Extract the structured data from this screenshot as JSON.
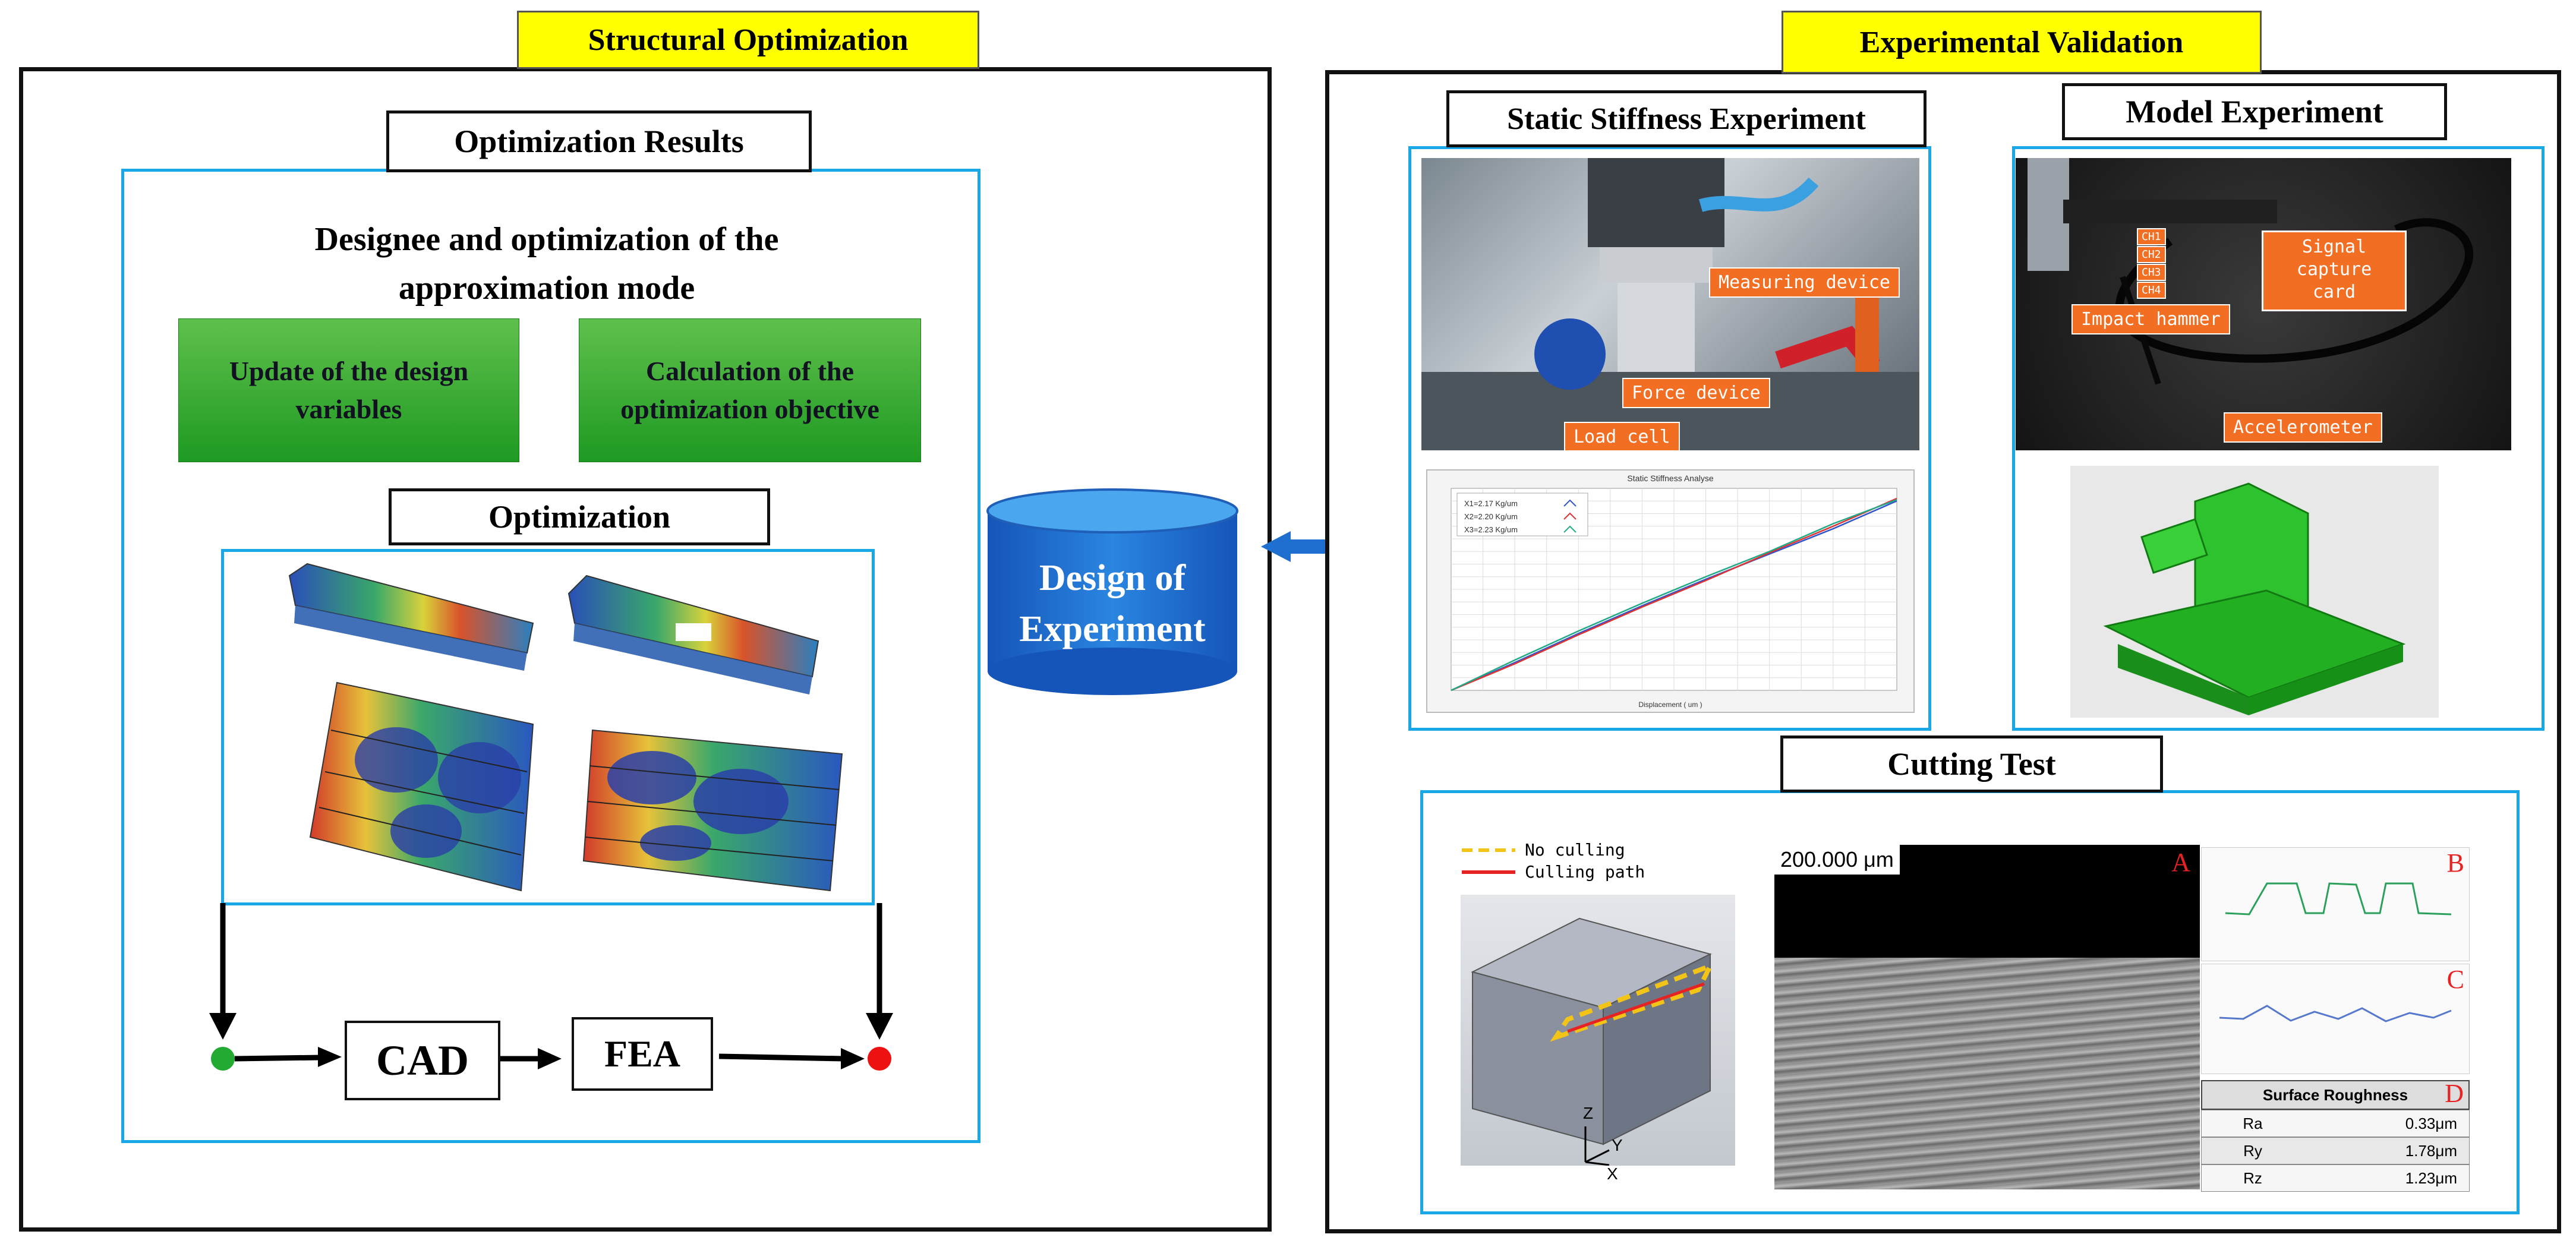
{
  "left": {
    "title": "Structural Optimization",
    "results_label": "Optimization Results",
    "heading_line1": "Designee and optimization of the",
    "heading_line2": "approximation mode",
    "update_line1": "Update of the design",
    "update_line2": "variables",
    "calc_line1": "Calculation of the",
    "calc_line2": "optimization objective",
    "optimization_label": "Optimization",
    "cad_label": "CAD",
    "fea_label": "FEA"
  },
  "center": {
    "doe_line1": "Design of",
    "doe_line2": "Experiment"
  },
  "right": {
    "title": "Experimental Validation",
    "static_label": "Static Stiffness Experiment",
    "model_label": "Model Experiment",
    "cutting_label": "Cutting Test",
    "static_photo_tags": {
      "measuring": "Measuring device",
      "force": "Force device",
      "load": "Load cell"
    },
    "model_photo_tags": {
      "signal_line1": "Signal",
      "signal_line2": "capture",
      "signal_line3": "card",
      "impact": "Impact hammer",
      "accel": "Accelerometer",
      "channels": [
        "CH1",
        "CH2",
        "CH3",
        "CH4"
      ]
    },
    "cutting": {
      "legend_dashed": "No culling",
      "legend_solid": "Culling path",
      "axis_z": "Z",
      "axis_y": "Y",
      "axis_x": "X",
      "scale_bar": "200.000 μm",
      "panel_a": "A",
      "panel_b": "B",
      "panel_c": "C",
      "panel_d": "D",
      "roughness_title": "Surface Roughness",
      "roughness": [
        {
          "param": "Ra",
          "value": "0.33μm"
        },
        {
          "param": "Ry",
          "value": "1.78μm"
        },
        {
          "param": "Rz",
          "value": "1.23μm"
        }
      ]
    }
  },
  "chart_data": {
    "type": "line",
    "title": "Static Stiffness Analyse",
    "xlabel": "Displacement ( um )",
    "ylabel": "",
    "legend_position": "top-left",
    "series": [
      {
        "name": "X1=2.17 Kg/um",
        "color": "#3355cc",
        "x": [
          0,
          10,
          20,
          30,
          40,
          50,
          60,
          70
        ],
        "y": [
          0,
          22,
          45,
          67,
          88,
          108,
          128,
          150
        ]
      },
      {
        "name": "X2=2.20 Kg/um",
        "color": "#dd3333",
        "x": [
          0,
          10,
          20,
          30,
          40,
          50,
          60,
          70
        ],
        "y": [
          0,
          21,
          44,
          66,
          87,
          109,
          130,
          152
        ]
      },
      {
        "name": "X3=2.23 Kg/um",
        "color": "#22aa88",
        "x": [
          0,
          10,
          20,
          30,
          40,
          50,
          60,
          70
        ],
        "y": [
          0,
          24,
          47,
          69,
          90,
          110,
          132,
          151
        ]
      }
    ],
    "xlim": [
      0,
      70
    ],
    "ylim": [
      0,
      160
    ],
    "grid": true
  },
  "colors": {
    "section_title_bg": "#ffff00",
    "panel_border": "#1aa7e8",
    "start_dot": "#22aa33",
    "end_dot": "#ee1111",
    "doe_cylinder": "#1e6fcf"
  }
}
